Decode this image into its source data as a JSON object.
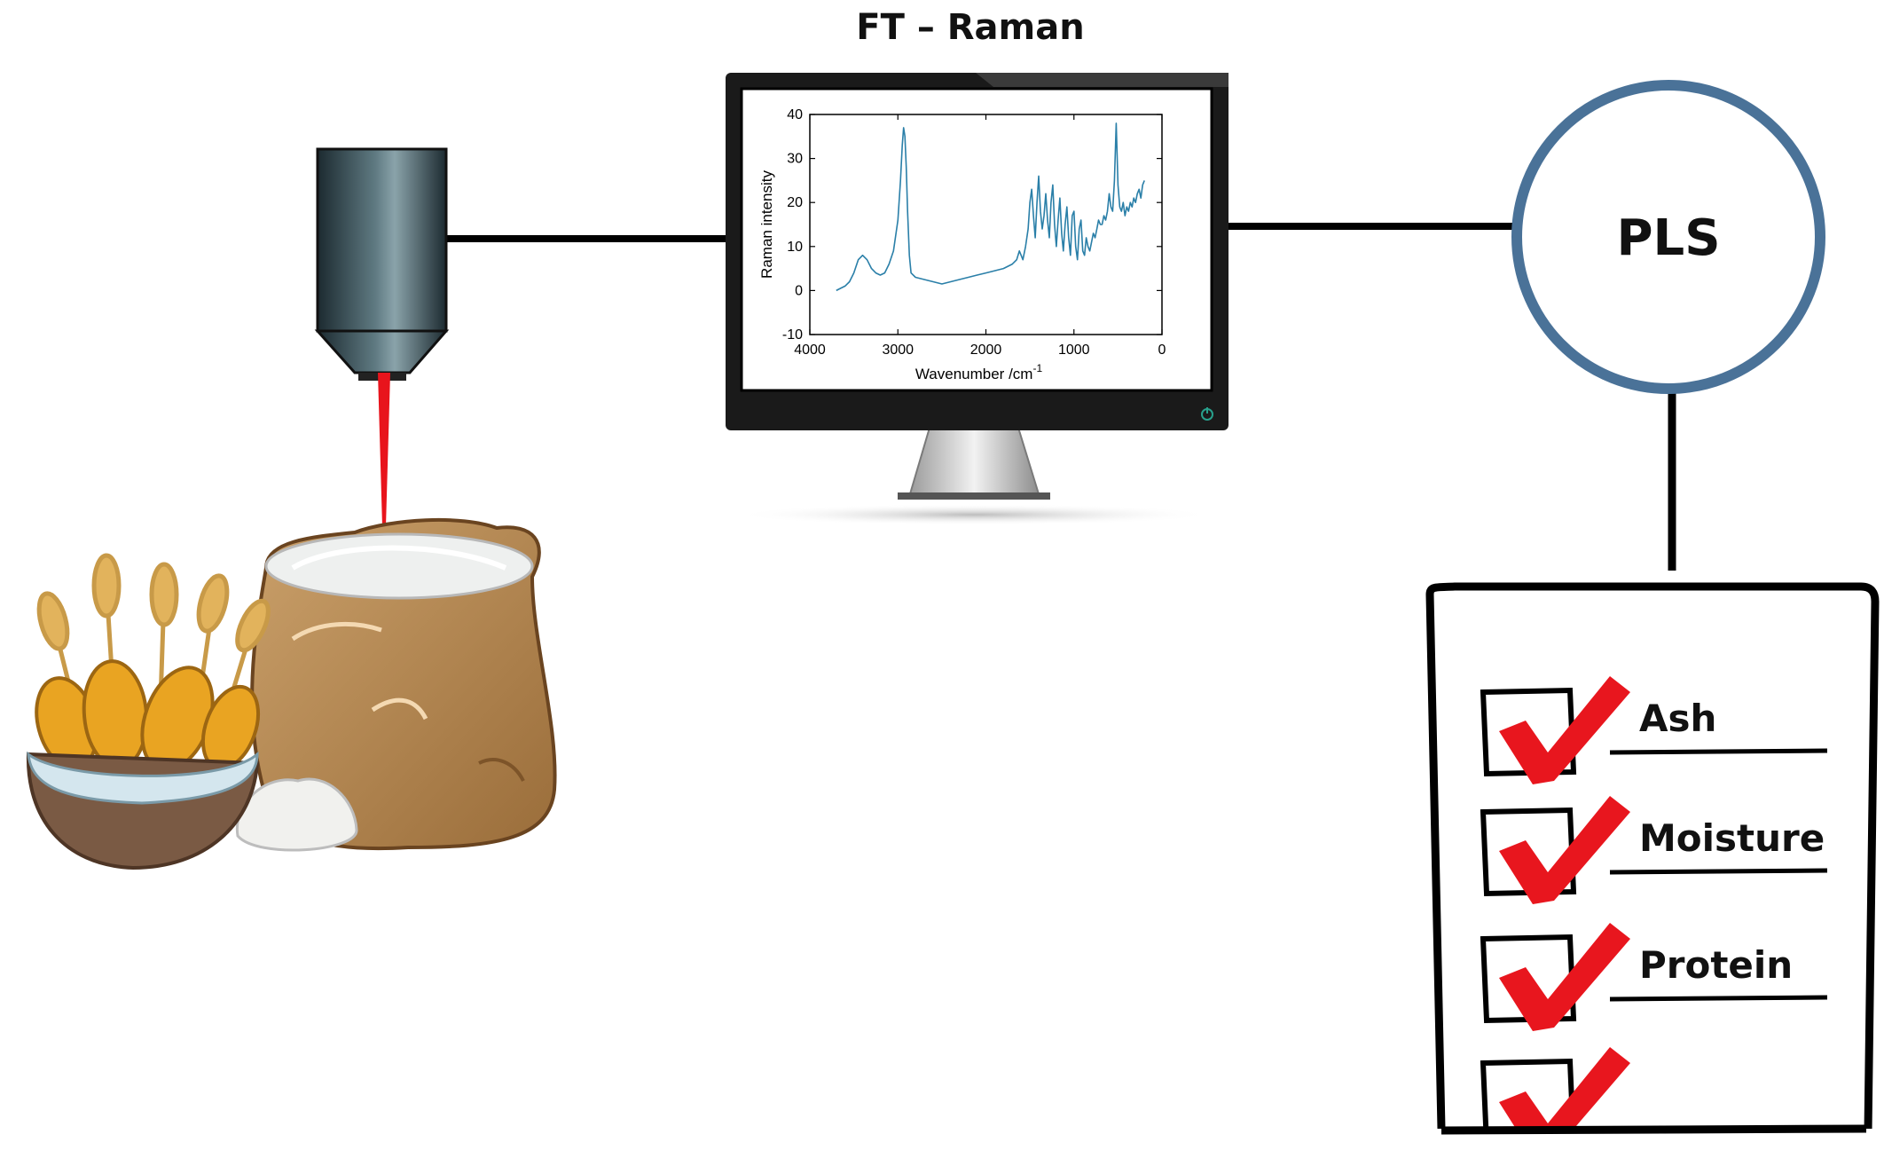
{
  "header": {
    "title": "FT – Raman"
  },
  "monitor": {
    "power_icon": "power-icon"
  },
  "model": {
    "label": "PLS"
  },
  "checklist": {
    "items": [
      {
        "label": "Ash",
        "checked": true
      },
      {
        "label": "Moisture",
        "checked": true
      },
      {
        "label": "Protein",
        "checked": true
      },
      {
        "label": "",
        "checked": true
      }
    ]
  },
  "chart_data": {
    "type": "line",
    "xlabel": "Wavenumber /cm",
    "xlabel_superscript": "-1",
    "ylabel": "Raman intensity",
    "xlim": [
      4000,
      0
    ],
    "ylim": [
      -10,
      40
    ],
    "x_ticks": [
      "4000",
      "3000",
      "2000",
      "1000",
      "0"
    ],
    "y_ticks": [
      "40",
      "30",
      "20",
      "10",
      "0",
      "-10"
    ],
    "line_color": "#2a7fa8",
    "series": [
      {
        "x": [
          3700,
          3650,
          3600,
          3550,
          3500,
          3450,
          3400,
          3350,
          3300,
          3250,
          3200,
          3150,
          3100,
          3050,
          3000,
          2970,
          2950,
          2935,
          2920,
          2905,
          2890,
          2870,
          2850,
          2800,
          2700,
          2600,
          2500,
          2400,
          2300,
          2200,
          2100,
          2000,
          1900,
          1800,
          1750,
          1700,
          1650,
          1620,
          1600,
          1580,
          1550,
          1520,
          1500,
          1480,
          1460,
          1440,
          1420,
          1400,
          1380,
          1360,
          1340,
          1320,
          1300,
          1280,
          1260,
          1240,
          1220,
          1200,
          1180,
          1160,
          1140,
          1120,
          1100,
          1080,
          1060,
          1040,
          1020,
          1000,
          980,
          960,
          940,
          920,
          900,
          880,
          860,
          840,
          820,
          800,
          780,
          760,
          740,
          720,
          700,
          680,
          660,
          640,
          620,
          600,
          580,
          560,
          540,
          520,
          500,
          480,
          460,
          440,
          420,
          400,
          380,
          360,
          340,
          320,
          300,
          280,
          260,
          240,
          220,
          200
        ],
        "y": [
          0,
          0.5,
          1,
          2,
          4,
          7,
          8,
          7,
          5,
          4,
          3.5,
          4,
          6,
          9,
          16,
          25,
          33,
          37,
          35,
          28,
          18,
          8,
          4,
          3,
          2.5,
          2,
          1.5,
          2,
          2.5,
          3,
          3.5,
          4,
          4.5,
          5,
          5.5,
          6,
          7,
          9,
          8,
          7,
          10,
          14,
          20,
          23,
          17,
          12,
          20,
          26,
          18,
          14,
          17,
          22,
          16,
          12,
          20,
          24,
          15,
          10,
          16,
          21,
          13,
          9,
          15,
          19,
          12,
          8,
          17,
          18,
          10,
          7,
          14,
          16,
          9,
          8,
          12,
          10,
          9,
          11,
          13,
          12,
          14,
          16,
          15,
          15,
          17,
          16,
          18,
          22,
          19,
          18,
          25,
          38,
          24,
          19,
          18,
          20,
          17,
          19,
          18,
          20,
          19,
          21,
          20,
          22,
          23,
          21,
          24,
          25
        ]
      }
    ]
  }
}
